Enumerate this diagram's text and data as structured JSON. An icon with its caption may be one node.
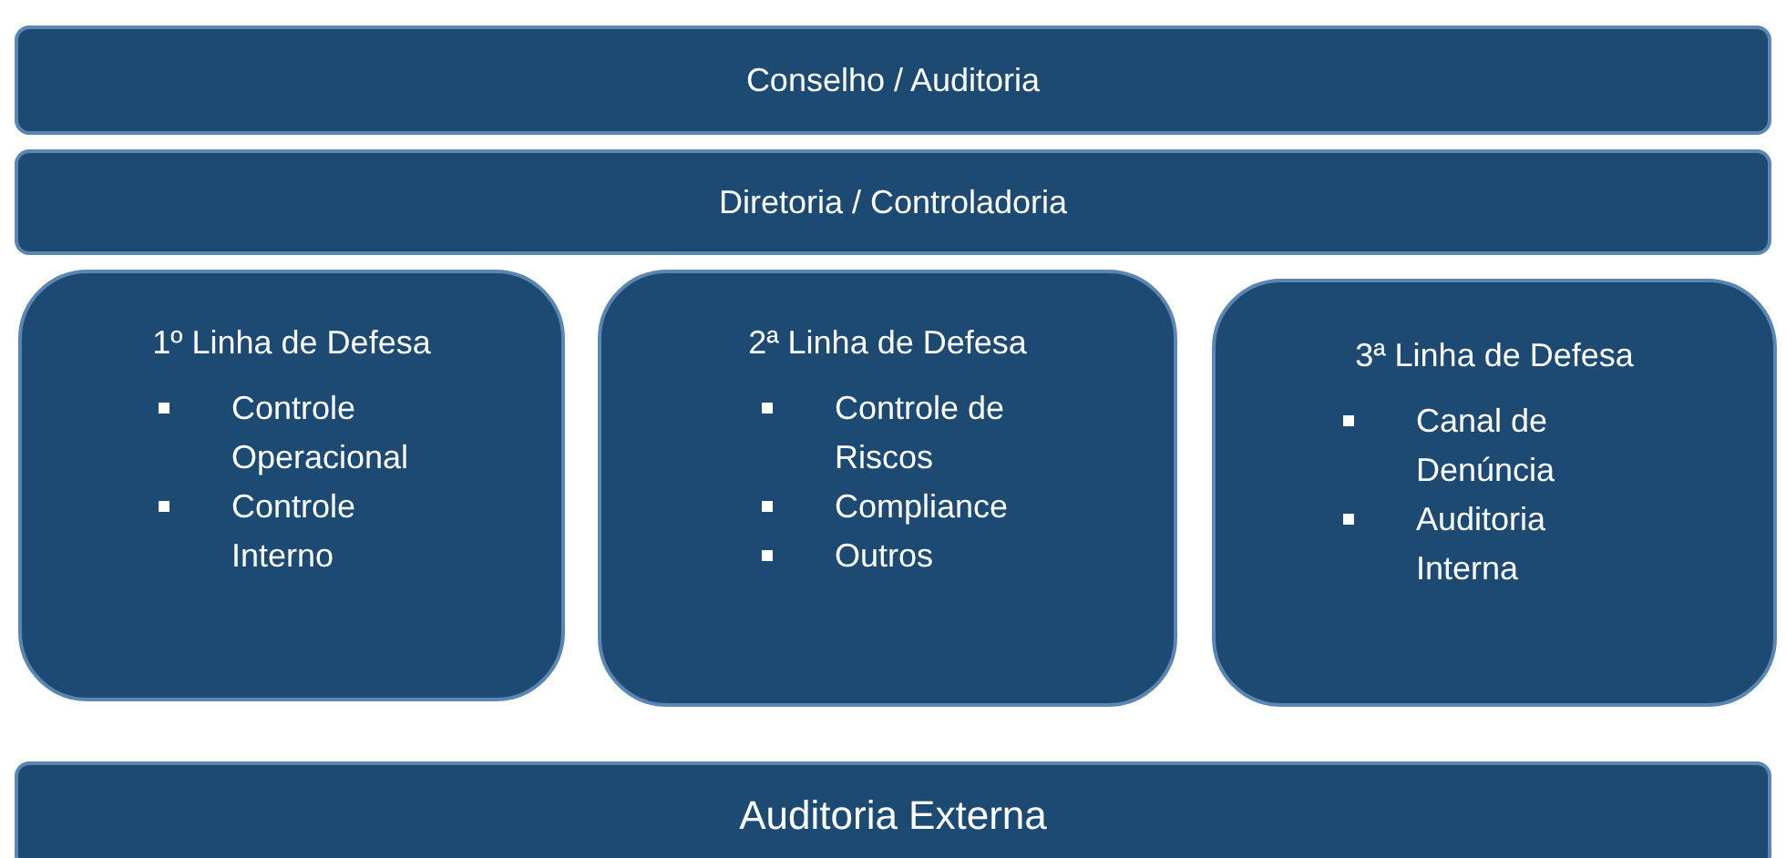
{
  "diagram": {
    "nodes": [
      {
        "text": [
          "Conselho / Auditoria"
        ]
      },
      {
        "text": [
          "Diretoria / Controladoria"
        ]
      },
      {
        "text": [
          "1º Linha de Defesa",
          "Controle Operacional",
          "Controle Interno"
        ]
      },
      {
        "text": [
          "2ª Linha de Defesa",
          "Controle de Riscos",
          "Compliance",
          "Outros"
        ]
      },
      {
        "text": [
          "3ª Linha de Defesa",
          "Canal de Denúncia",
          "Auditoria Interna"
        ]
      },
      {
        "text": [
          "Auditoria Externa"
        ]
      }
    ]
  }
}
